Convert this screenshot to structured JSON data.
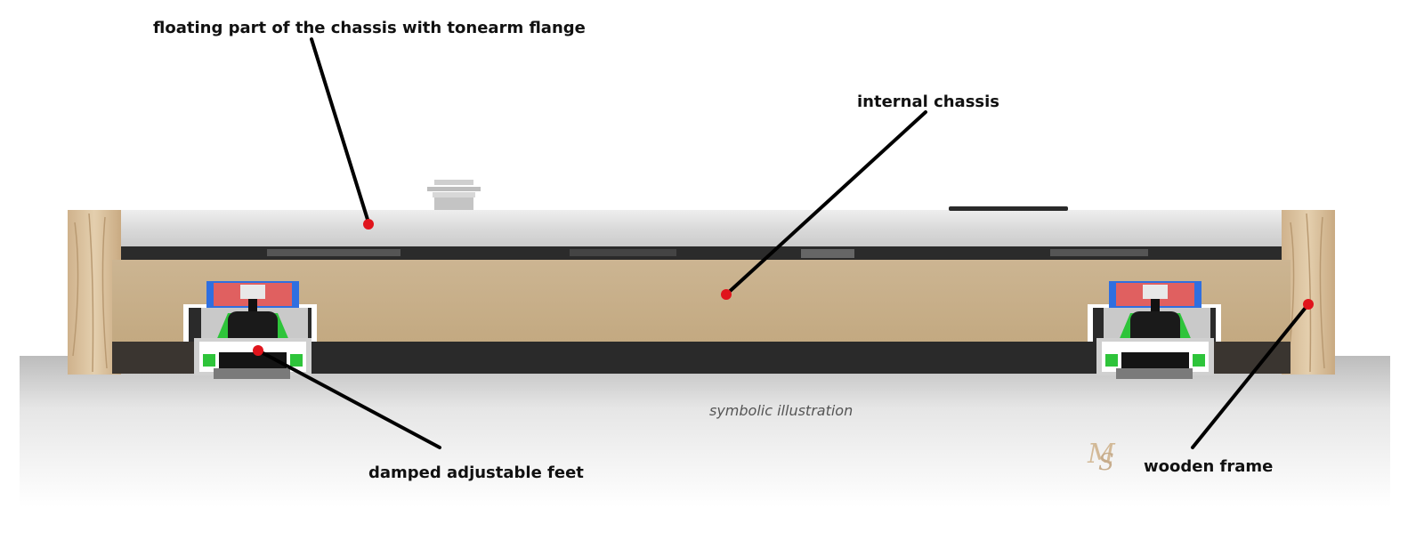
{
  "labels": {
    "floating_part": "floating part of the chassis with tonearm flange",
    "internal_chassis": "internal chassis",
    "damped_feet": "damped adjustable feet",
    "wooden_frame": "wooden frame"
  },
  "caption": "symbolic illustration",
  "logo_monogram": "MS",
  "colors": {
    "marker": "#e0141c",
    "leader_line": "#000000",
    "plinth_aluminium": "#dcdcdc",
    "internal_chassis": "#c8b08a",
    "wooden_frame": "#d8bf9c",
    "foot_red": "#e06060",
    "foot_blue": "#2f6fe0",
    "foot_green": "#2ec43a",
    "foot_black": "#1a1a1a"
  }
}
